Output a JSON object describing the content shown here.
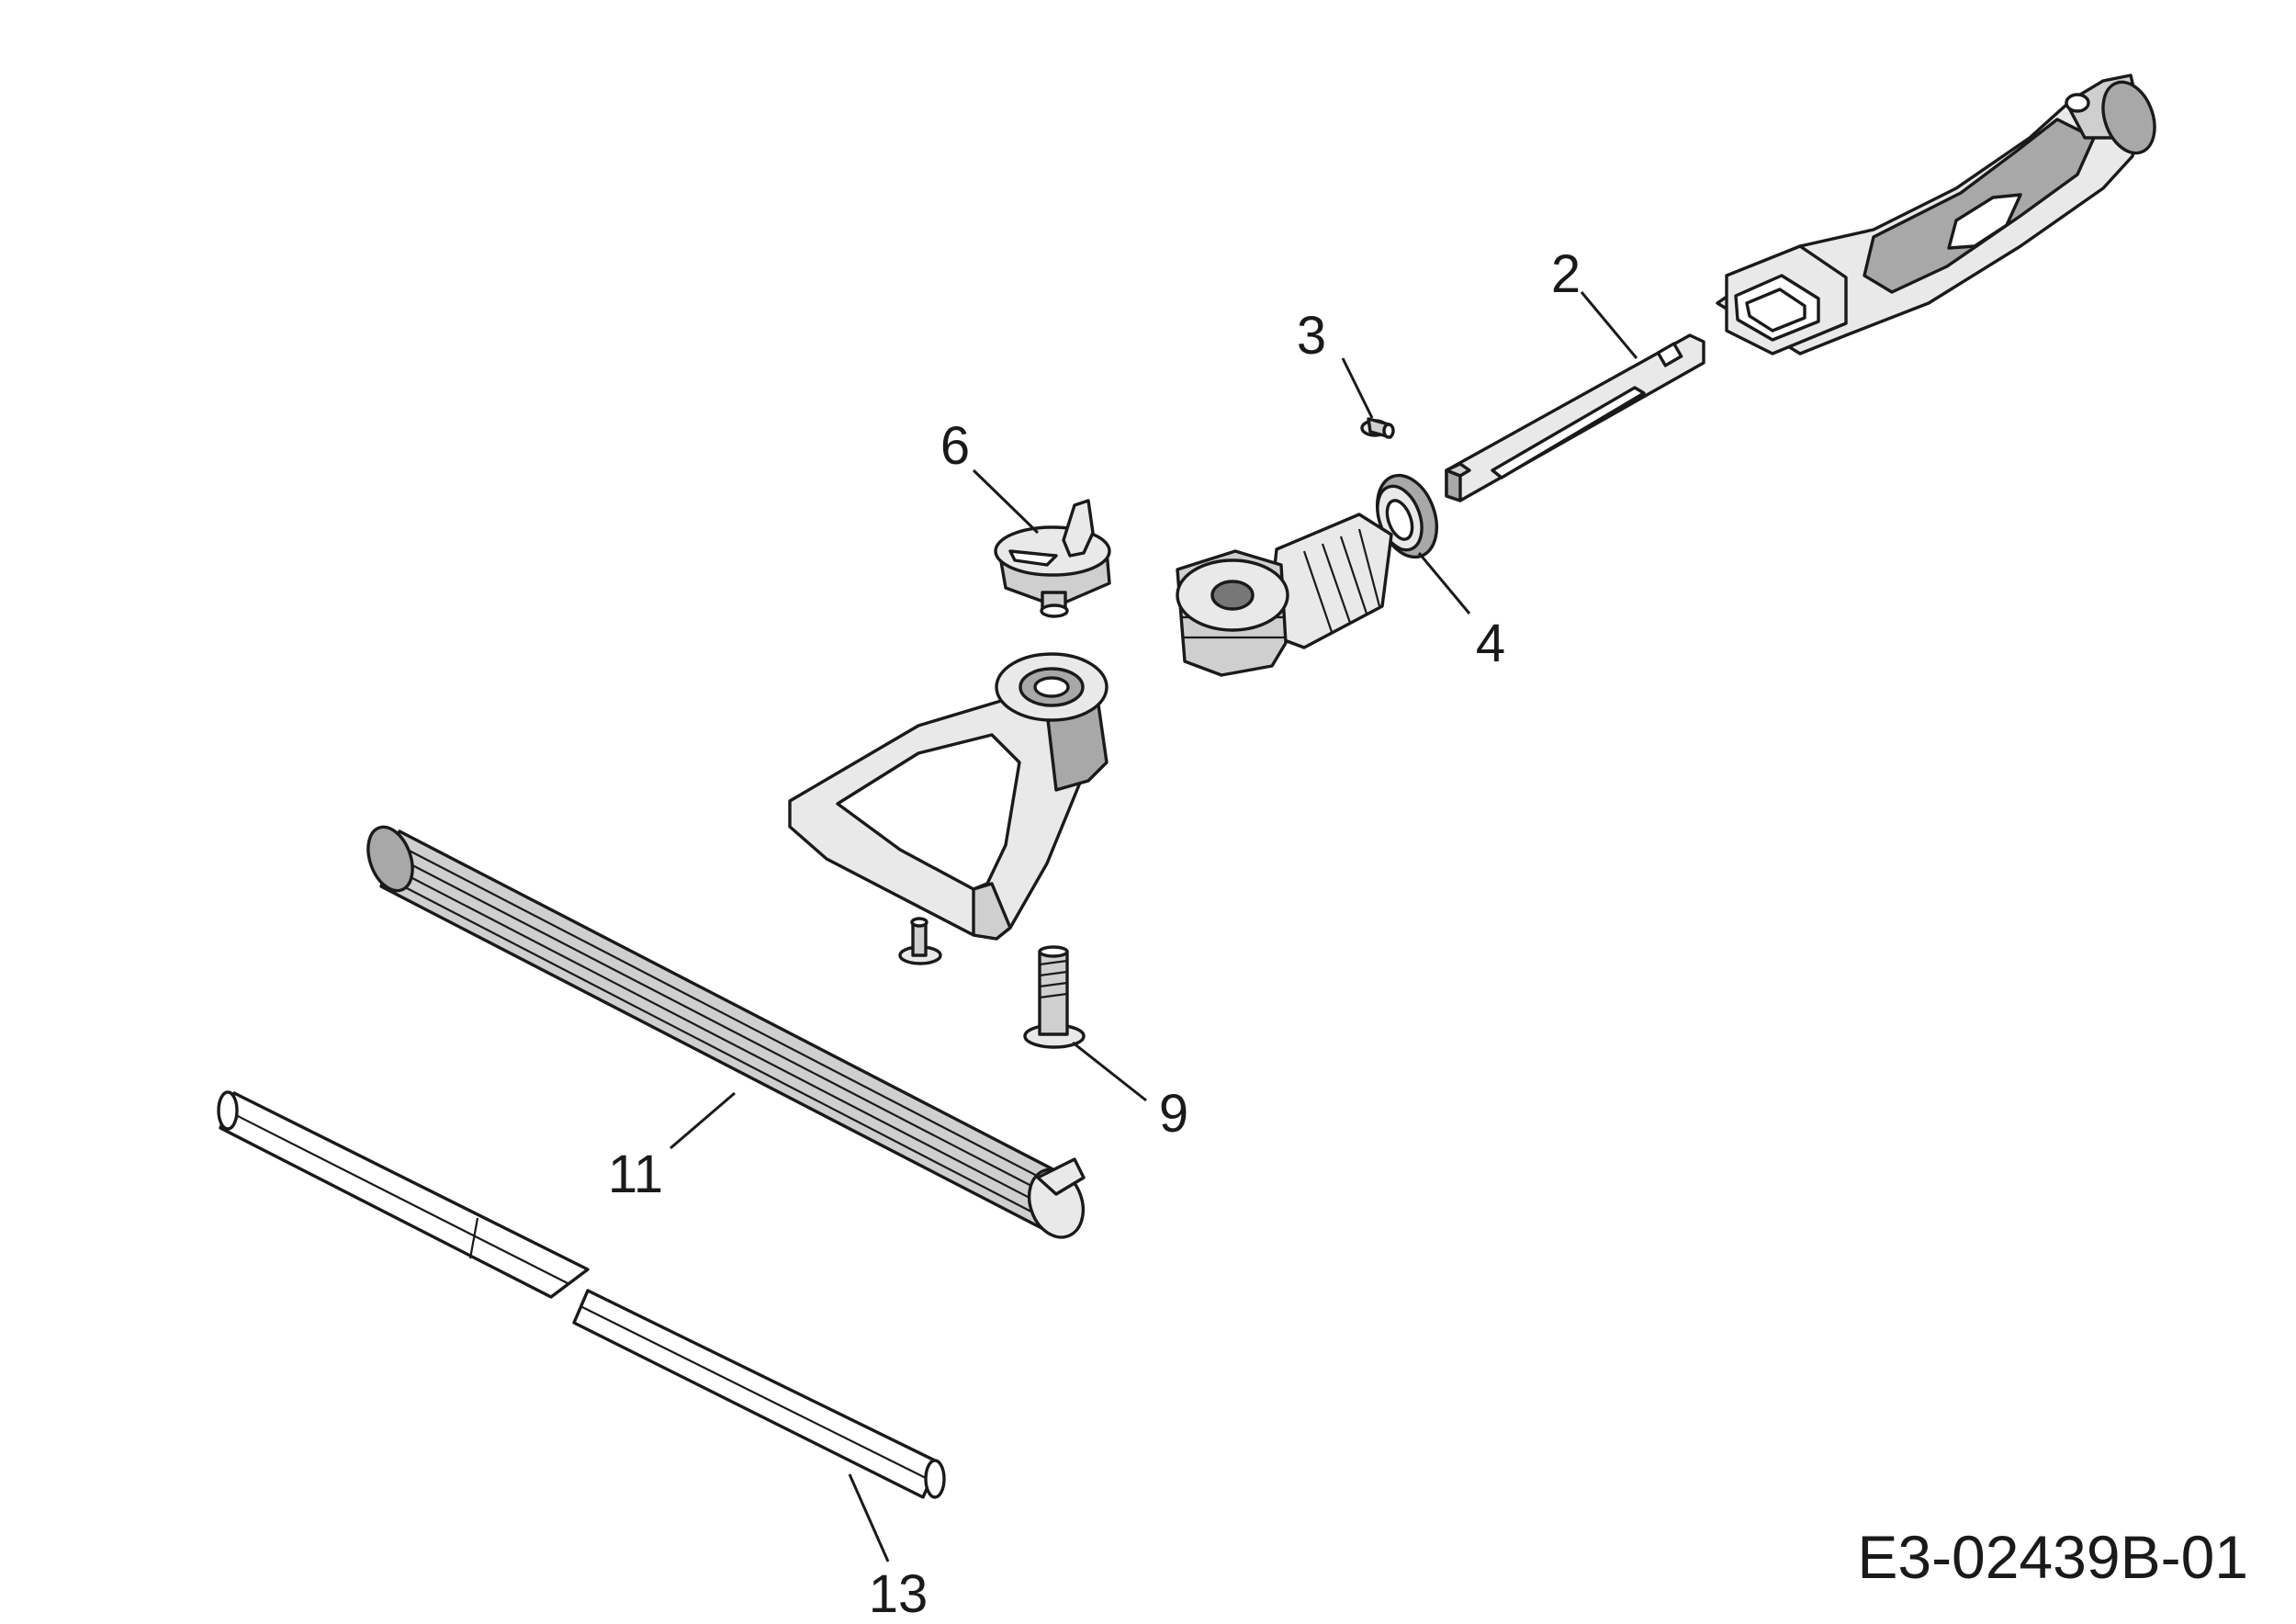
{
  "diagram": {
    "drawing_id": "E3-02439B-01",
    "callouts": [
      {
        "id": "2",
        "label": "2"
      },
      {
        "id": "3",
        "label": "3"
      },
      {
        "id": "4",
        "label": "4"
      },
      {
        "id": "6",
        "label": "6"
      },
      {
        "id": "9",
        "label": "9"
      },
      {
        "id": "11",
        "label": "11"
      },
      {
        "id": "13",
        "label": "13"
      }
    ]
  }
}
